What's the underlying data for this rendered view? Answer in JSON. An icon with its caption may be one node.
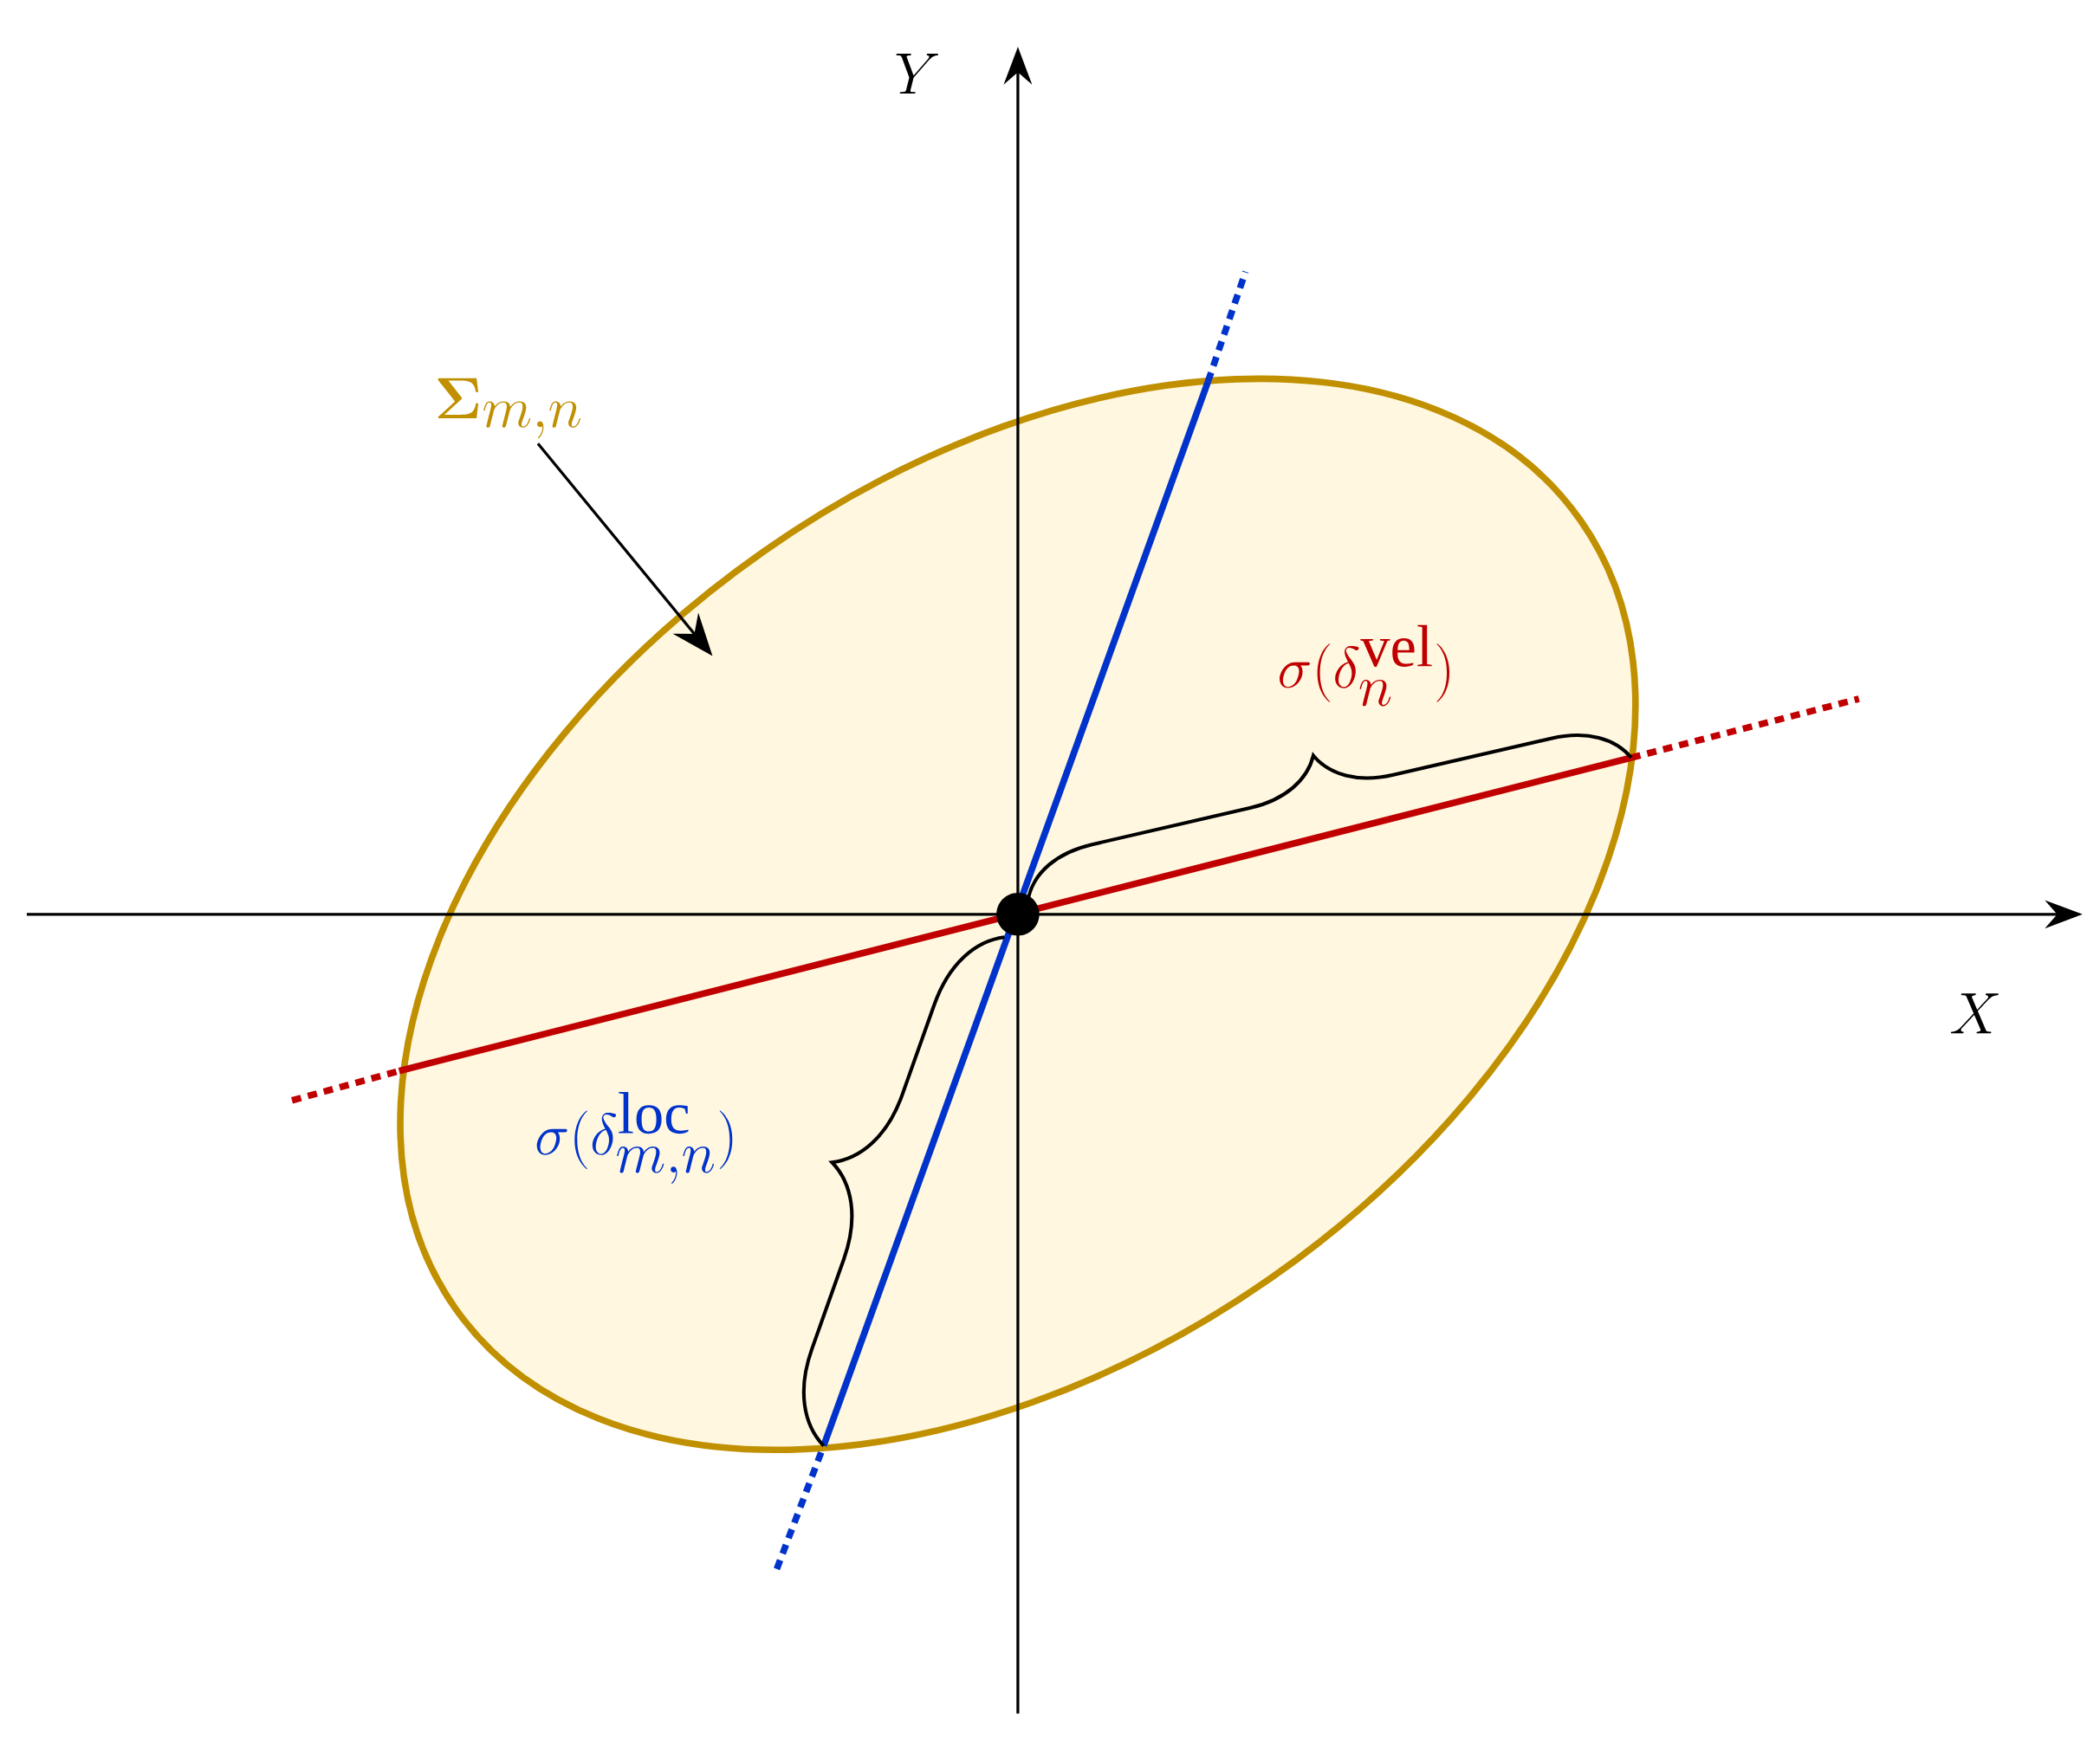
{
  "diagram": {
    "nodes": [
      {
        "text": [
          "\\boldsymbol{\\Sigma}_{m,n}"
        ]
      },
      {
        "text": [],
        "shape": "ellipse"
      }
    ],
    "edges": [
      {
        "from": 0,
        "to": 1,
        "arrow": "to"
      }
    ],
    "labels": [
      "Y",
      "X",
      "\\sigma(\\delta_n^{\\mathrm{vel}})",
      "\\sigma(\\delta_{m,n}^{\\mathrm{loc}})"
    ]
  }
}
